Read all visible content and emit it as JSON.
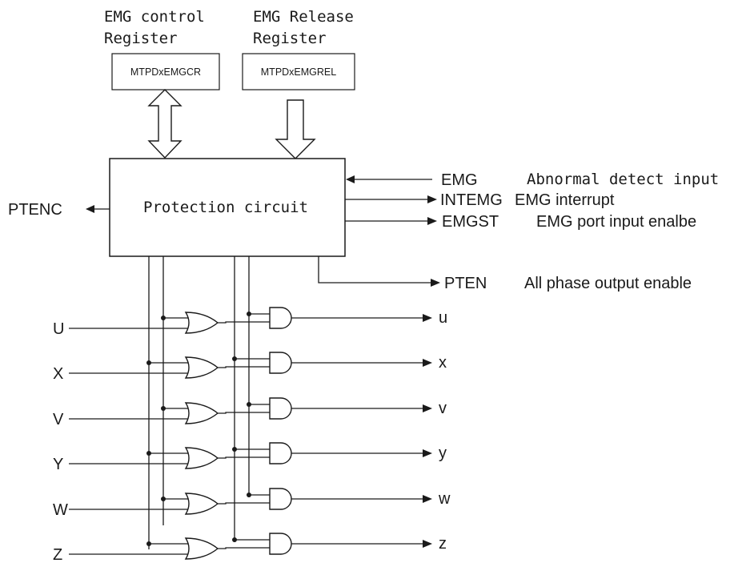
{
  "registers": {
    "control": {
      "title_line1": "EMG control",
      "title_line2": "Register",
      "box_label": "MTPDxEMGCR"
    },
    "release": {
      "title_line1": "EMG Release",
      "title_line2": "Register",
      "box_label": "MTPDxEMGREL"
    }
  },
  "protection_circuit": {
    "label": "Protection circuit"
  },
  "outputs_left": {
    "ptenc": "PTENC"
  },
  "signals_right": [
    {
      "name": "EMG",
      "description": "Abnormal detect input",
      "direction": "in"
    },
    {
      "name": "INTEMG",
      "description": "EMG interrupt",
      "direction": "out"
    },
    {
      "name": "EMGST",
      "description": "EMG port input enalbe",
      "direction": "out"
    },
    {
      "name": "PTEN",
      "description": "All phase output enable",
      "direction": "out"
    }
  ],
  "phase_inputs": [
    "U",
    "X",
    "V",
    "Y",
    "W",
    "Z"
  ],
  "phase_outputs": [
    "u",
    "x",
    "v",
    "y",
    "w",
    "z"
  ]
}
